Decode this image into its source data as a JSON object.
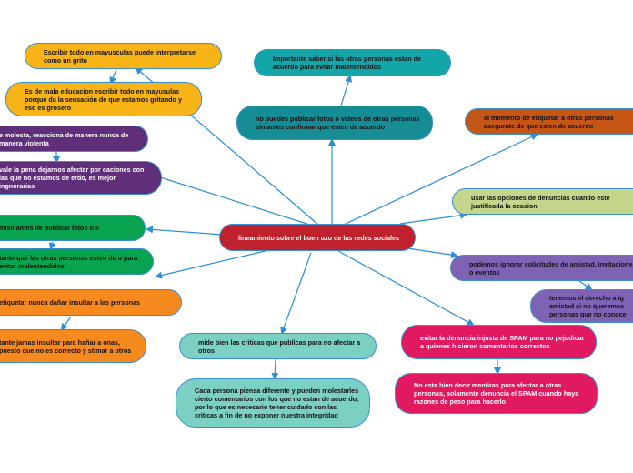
{
  "colors": {
    "center": "#c0222d",
    "yellow": "#f8b316",
    "purple": "#5f2f7a",
    "green": "#07a34e",
    "orange": "#f78a1e",
    "teal": "#14a5a8",
    "tealDark": "#168c95",
    "brown": "#c55616",
    "lime": "#c3d68c",
    "lavender": "#7e63b5",
    "mint": "#7ccfc3",
    "pink": "#e11961",
    "line": "#2a8fd4"
  },
  "center": {
    "text": "lineamiento sobre el buen uzo de las redes sociales"
  },
  "nodes": {
    "yellow_1": "Escribir todo en mayusculas puede interpretarse como un grito",
    "yellow_2": "Es de mala educacion escribir todo en mayusulas porque da la sensación de que estamos gritando y eso es grosero",
    "purple_1": "e molesta, reacciona de manera nunca de manera violenta",
    "purple_2": "vale la pena dejarnos afectar por caciones con las que no estamos de erdo, es mejor ingnorarias",
    "green_1": "miso antes de publicar fotos o s",
    "green_2": "tante que las otras personas esten de o para evitar malentendidos",
    "orange_1": "etiquetar nunca dañar insultar a las personas",
    "orange_2": "tante jamas insultar para hañar a onas, puesto que no es correcto y stimar a otros",
    "teal_1": "Importante saber si las otras personas estan de acuerdo para evitar malentendidos",
    "teal_2": "no puedes publicar fotos o videos de otras personas sin antes confirmar que esten de acuerdo",
    "brown_1": "al momento de etiquetar a otras personas asegurate de que esten de acuerdo",
    "lime_1": "usar las opciones de denuncias cuando este justificada la ocasion",
    "lav_1": "podemos ignorar solicitudes de amistad, invitaciones o eventos",
    "lav_2": "tenemos el derecho a ig amistad si no queremos personas que no conoce",
    "mint_1": "mide bien las criticas que publicas para no afectar a otros",
    "mint_2": "Cada persona piensa diferente y pueden molestarles cierto comentarios con los que no estan de acuerdo, por lo que es necesario tener cuidado con las criticas a fin de no exponer nuestra integridad",
    "pink_1": "evitar la denuncia injusta de SPAM para no pejudicar a quienes hicieron comentarios correctos",
    "pink_2": "No esta bien decir mentiras para afectar a otras personas, solamente denuncia el SPAM cuando haya razones de peso para hacerlo"
  }
}
